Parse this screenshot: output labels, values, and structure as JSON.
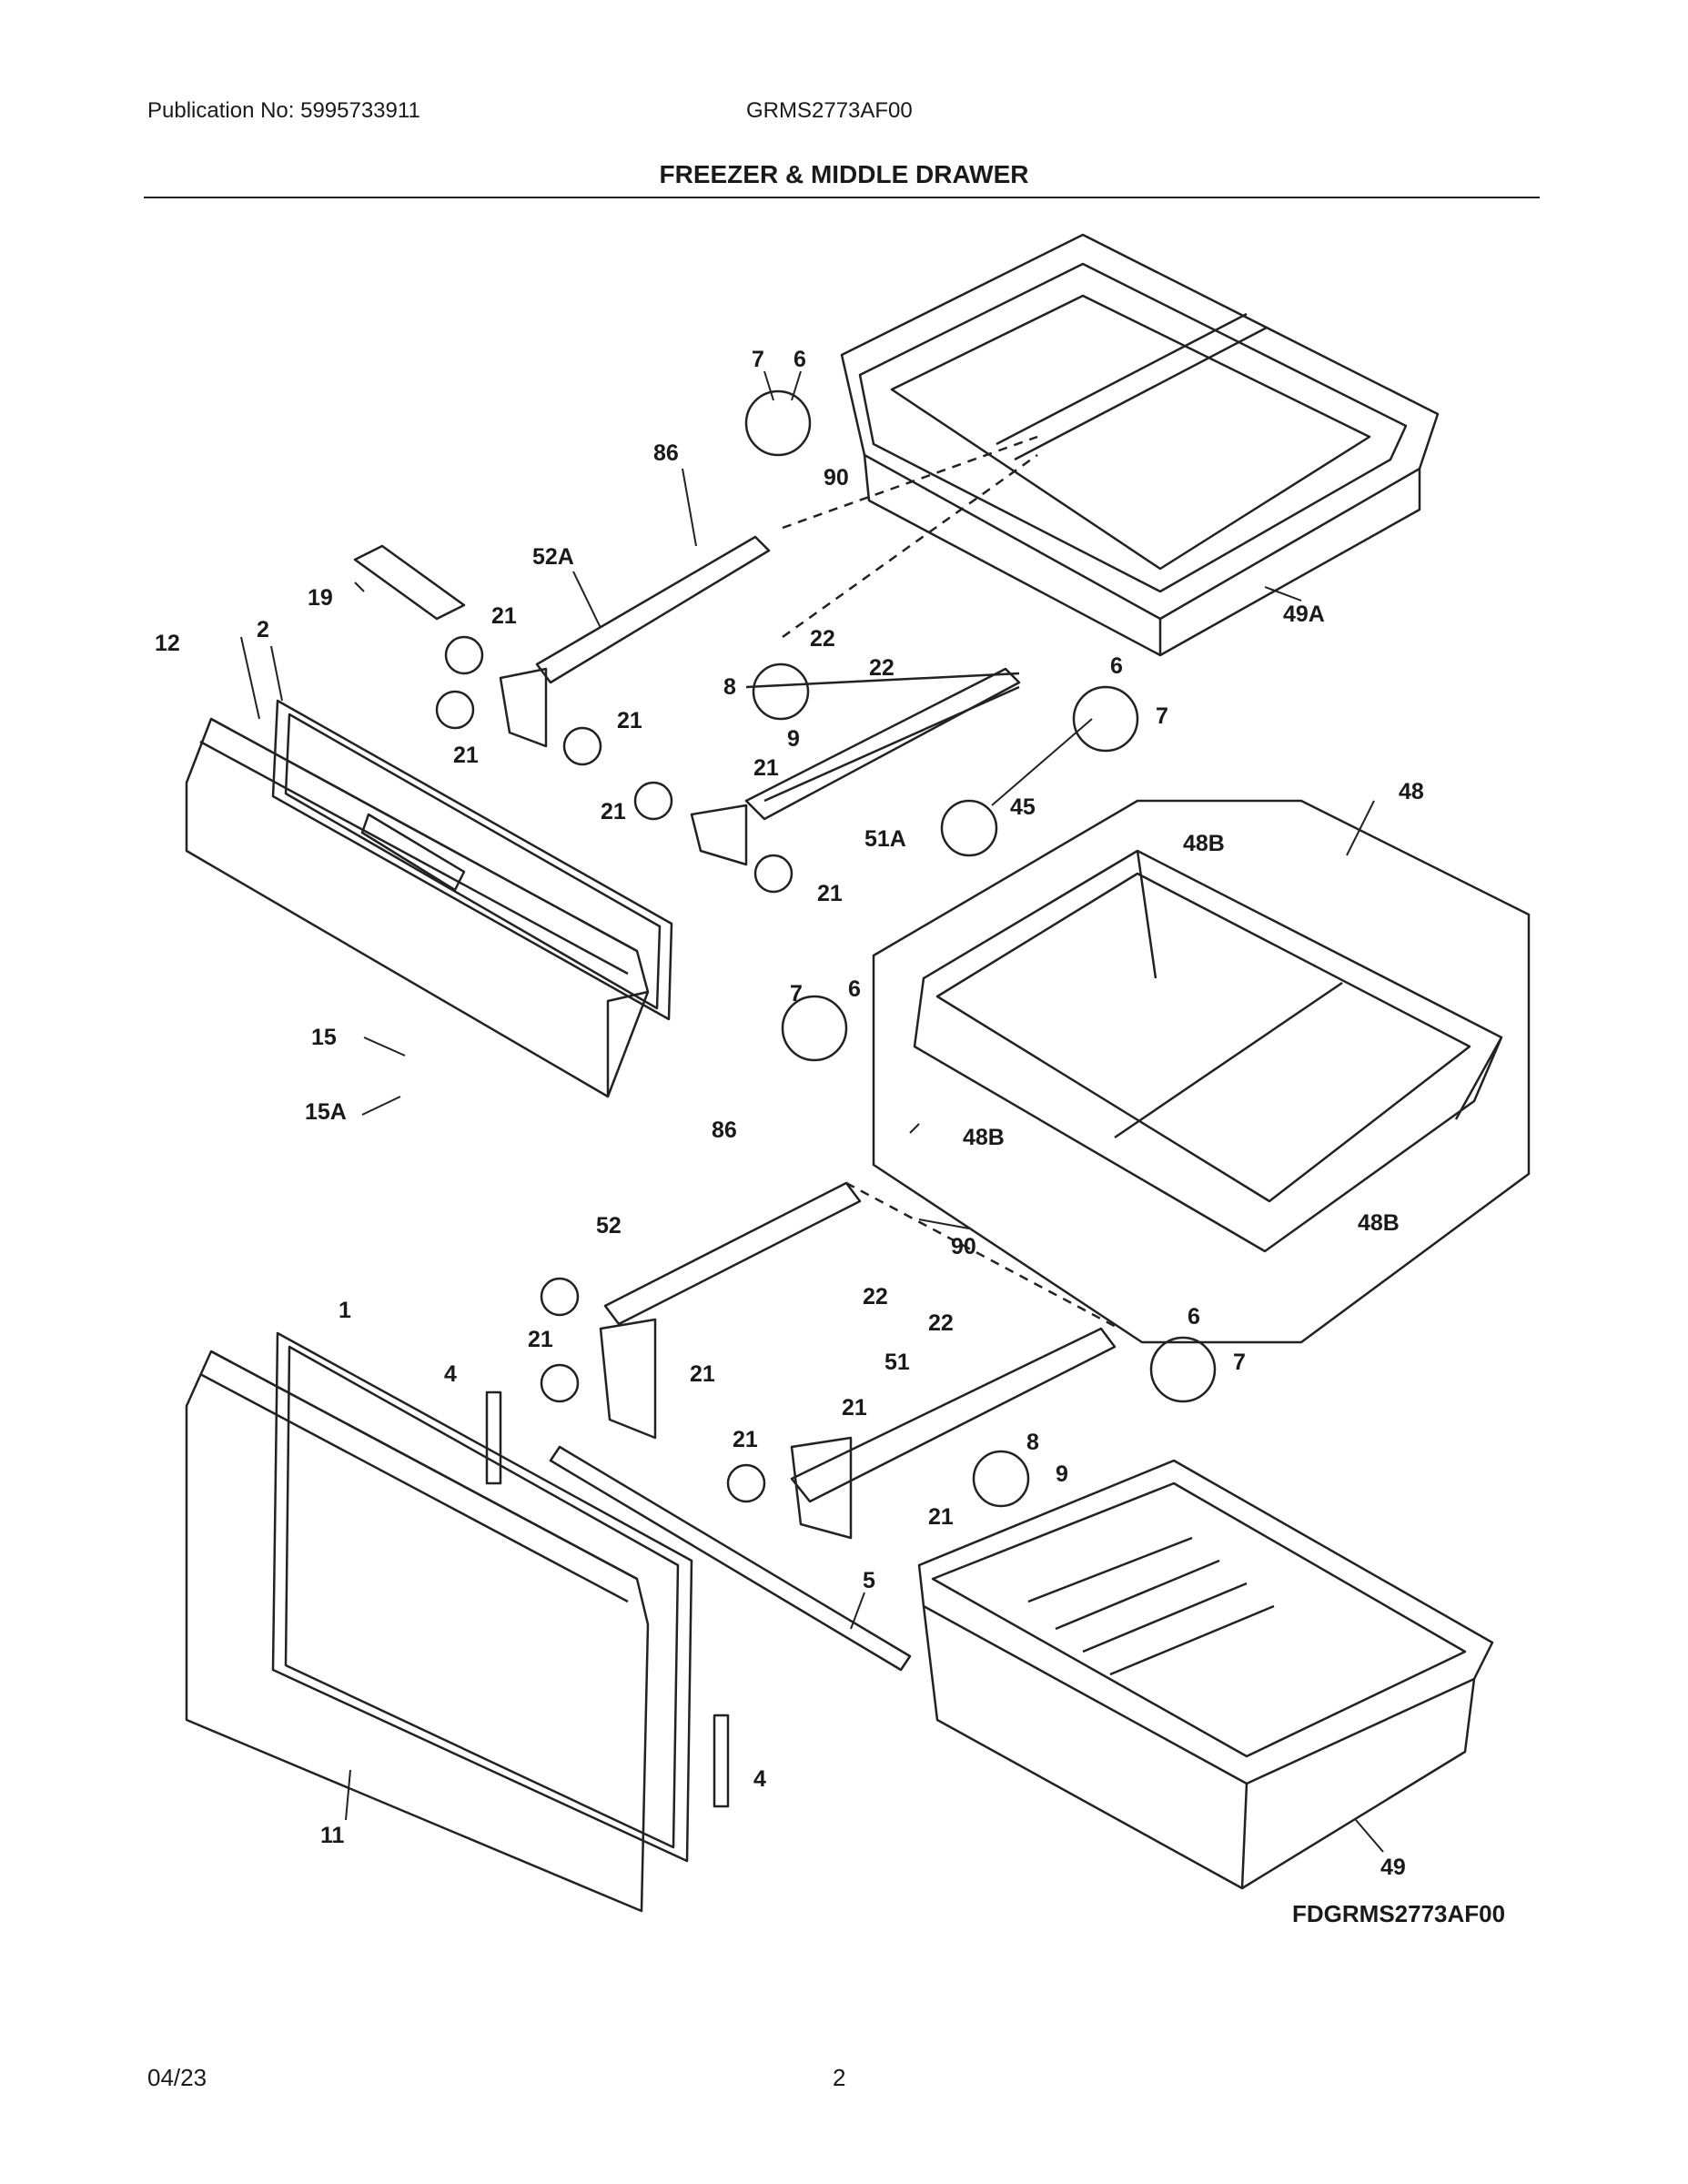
{
  "header": {
    "publication": "Publication No: 5995733911",
    "model": "GRMS2773AF00",
    "title": "FREEZER & MIDDLE DRAWER"
  },
  "diagram": {
    "reference_code": "FDGRMS2773AF00",
    "callouts": [
      {
        "id": "c7a",
        "text": "7"
      },
      {
        "id": "c6a",
        "text": "6"
      },
      {
        "id": "c86a",
        "text": "86"
      },
      {
        "id": "c90a",
        "text": "90"
      },
      {
        "id": "c52A",
        "text": "52A"
      },
      {
        "id": "c49A",
        "text": "49A"
      },
      {
        "id": "c19",
        "text": "19"
      },
      {
        "id": "c21a",
        "text": "21"
      },
      {
        "id": "c22a",
        "text": "22"
      },
      {
        "id": "c12",
        "text": "12"
      },
      {
        "id": "c2",
        "text": "2"
      },
      {
        "id": "c8a",
        "text": "8"
      },
      {
        "id": "c22b",
        "text": "22"
      },
      {
        "id": "c6b",
        "text": "6"
      },
      {
        "id": "c21b",
        "text": "21"
      },
      {
        "id": "c7b",
        "text": "7"
      },
      {
        "id": "c9a",
        "text": "9"
      },
      {
        "id": "c21c",
        "text": "21"
      },
      {
        "id": "c21d",
        "text": "21"
      },
      {
        "id": "c48",
        "text": "48"
      },
      {
        "id": "c21e",
        "text": "21"
      },
      {
        "id": "c45",
        "text": "45"
      },
      {
        "id": "c51A",
        "text": "51A"
      },
      {
        "id": "c48Ba",
        "text": "48B"
      },
      {
        "id": "c21f",
        "text": "21"
      },
      {
        "id": "c7c",
        "text": "7"
      },
      {
        "id": "c6c",
        "text": "6"
      },
      {
        "id": "c15",
        "text": "15"
      },
      {
        "id": "c15A",
        "text": "15A"
      },
      {
        "id": "c48Bb",
        "text": "48B"
      },
      {
        "id": "c86b",
        "text": "86"
      },
      {
        "id": "c52",
        "text": "52"
      },
      {
        "id": "c90b",
        "text": "90"
      },
      {
        "id": "c48Bc",
        "text": "48B"
      },
      {
        "id": "c22c",
        "text": "22"
      },
      {
        "id": "c1",
        "text": "1"
      },
      {
        "id": "c21g",
        "text": "21"
      },
      {
        "id": "c22d",
        "text": "22"
      },
      {
        "id": "c6d",
        "text": "6"
      },
      {
        "id": "c51",
        "text": "51"
      },
      {
        "id": "c7d",
        "text": "7"
      },
      {
        "id": "c4a",
        "text": "4"
      },
      {
        "id": "c21h",
        "text": "21"
      },
      {
        "id": "c21i",
        "text": "21"
      },
      {
        "id": "c8b",
        "text": "8"
      },
      {
        "id": "c21j",
        "text": "21"
      },
      {
        "id": "c9b",
        "text": "9"
      },
      {
        "id": "c21k",
        "text": "21"
      },
      {
        "id": "c5",
        "text": "5"
      },
      {
        "id": "c4b",
        "text": "4"
      },
      {
        "id": "c11",
        "text": "11"
      },
      {
        "id": "c49",
        "text": "49"
      }
    ]
  },
  "footer": {
    "date": "04/23",
    "page": "2"
  }
}
